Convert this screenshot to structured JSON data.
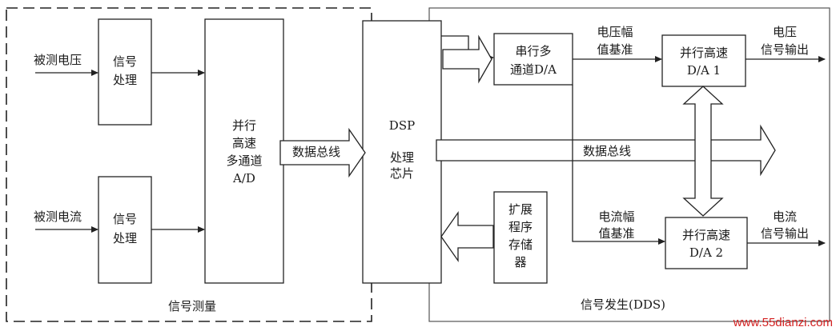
{
  "inputs": {
    "voltage": "被测电压",
    "current": "被测电流"
  },
  "blocks": {
    "signal_proc_top": [
      "信号",
      "处理"
    ],
    "signal_proc_bottom": [
      "信号",
      "处理"
    ],
    "adc": [
      "并行",
      "高速",
      "多通道",
      "A/D"
    ],
    "dsp": [
      "DSP",
      "处理",
      "芯片"
    ],
    "serial_da": [
      "串行多",
      "通道D/A"
    ],
    "da1": [
      "并行高速",
      "D/A 1"
    ],
    "da2": [
      "并行高速",
      "D/A 2"
    ],
    "storage": [
      "扩展",
      "程序",
      "存储",
      "器"
    ]
  },
  "labels": {
    "bus_left": "数据总线",
    "bus_right": "数据总线",
    "voltage_ref": [
      "电压幅",
      "值基准"
    ],
    "current_ref": [
      "电流幅",
      "值基准"
    ],
    "voltage_out": [
      "电压",
      "信号输出"
    ],
    "current_out": [
      "电流",
      "信号输出"
    ],
    "section_measure": "信号测量",
    "section_generate": "信号发生(DDS)"
  },
  "watermark": "www.55dianzi.com"
}
